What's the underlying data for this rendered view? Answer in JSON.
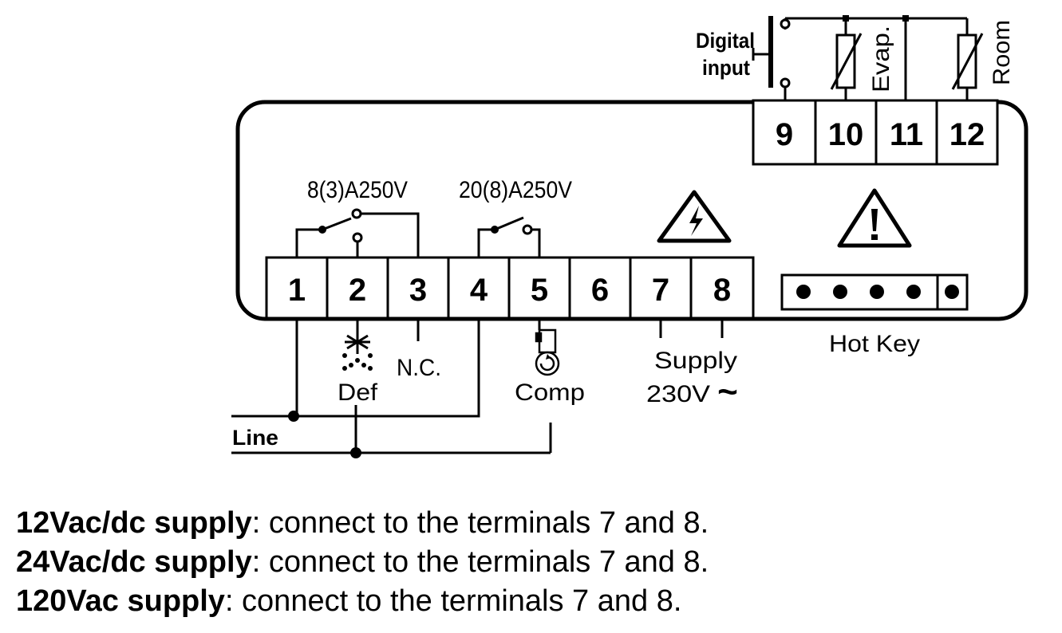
{
  "diagram": {
    "terminals_bottom": [
      "1",
      "2",
      "3",
      "4",
      "5",
      "6",
      "7",
      "8"
    ],
    "terminals_top": [
      "9",
      "10",
      "11",
      "12"
    ],
    "relay_defrost_rating": "8(3)A250V",
    "relay_compressor_rating": "20(8)A250V",
    "digital_input_label_line1": "Digital",
    "digital_input_label_line2": "input",
    "probe_evap_label": "Evap.",
    "probe_room_label": "Room",
    "def_label": "Def",
    "nc_label": "N.C.",
    "comp_label": "Comp",
    "supply_label": "Supply",
    "supply_voltage_label": "230V",
    "supply_ac_symbol": "~",
    "hotkey_label": "Hot Key",
    "line_label": "Line",
    "icons": [
      "lightning-warning-icon",
      "exclamation-warning-icon",
      "defrost-icon",
      "compressor-icon",
      "thermistor-icon"
    ]
  },
  "notes": [
    {
      "bold": "12Vac/dc supply",
      "text": ": connect to the terminals 7 and 8."
    },
    {
      "bold": "24Vac/dc supply",
      "text": ": connect to the terminals 7 and 8."
    },
    {
      "bold": "120Vac supply",
      "text": ": connect to the terminals 7 and 8."
    }
  ]
}
